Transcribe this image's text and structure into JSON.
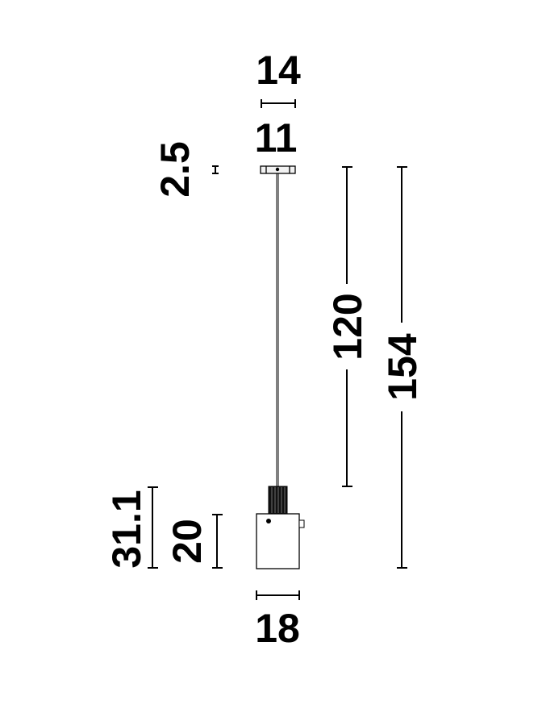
{
  "dimensions": {
    "canopy_outer": "14",
    "canopy_inner": "11",
    "canopy_height": "2.5",
    "cable_length": "120",
    "total_height": "154",
    "shade_total_height": "31.1",
    "shade_height": "20",
    "shade_width": "18"
  },
  "colors": {
    "line": "#000000",
    "canopy_fill": "#f2f2f2",
    "shade_fill": "#ffffff",
    "holder_fill": "#111111"
  }
}
